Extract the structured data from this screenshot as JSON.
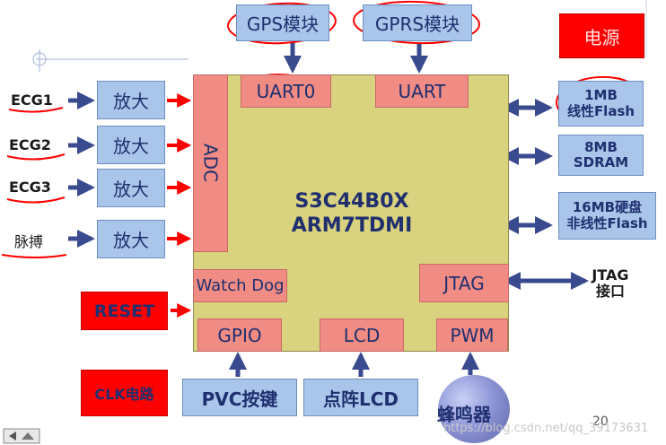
{
  "modules": {
    "gps": "GPS模块",
    "gprs": "GPRS模块",
    "power": "电源",
    "uart0": "UART0",
    "uart": "UART",
    "adc": "ADC",
    "chip_line1": "S3C44B0X",
    "chip_line2": "ARM7TDMI",
    "watchdog": "Watch Dog",
    "jtag": "JTAG",
    "gpio": "GPIO",
    "lcd": "LCD",
    "pwm": "PWM",
    "flash_1mb": "1MB\n线性Flash",
    "sdram": "8MB\nSDRAM",
    "flash_16mb": "16MB硬盘\n非线性Flash",
    "jtag_port": "JTAG\n接口",
    "reset": "RESET",
    "clk": "CLK电路",
    "pvc": "PVC按键",
    "dot_lcd": "点阵LCD",
    "buzzer": "蜂鸣器"
  },
  "inputs": [
    {
      "label": "ECG1",
      "amp": "放大"
    },
    {
      "label": "ECG2",
      "amp": "放大"
    },
    {
      "label": "ECG3",
      "amp": "放大"
    },
    {
      "label": "脉搏",
      "amp": "放大"
    }
  ],
  "page_number": "20",
  "watermark": "https://blog.csdn.net/qq_39173631",
  "colors": {
    "blue_box": "#a9c6ea",
    "salmon_box": "#f08c84",
    "chip": "#d9d27e",
    "arrow_blue": "#3a4a8f",
    "arrow_red": "#ff0000",
    "annotation": "#ff0000"
  }
}
